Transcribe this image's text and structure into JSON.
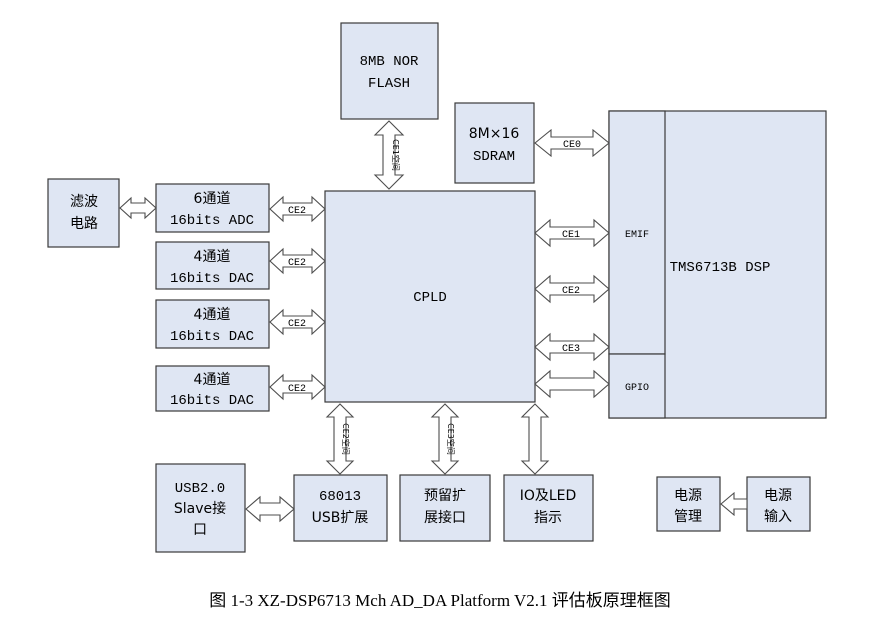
{
  "blocks": {
    "nor_flash": [
      "8MB NOR",
      "FLASH"
    ],
    "sdram": [
      "8M×16",
      "SDRAM"
    ],
    "filter": [
      "滤波",
      "电路"
    ],
    "adc": [
      "6通道",
      "16bits ADC"
    ],
    "dac1": [
      "4通道",
      "16bits DAC"
    ],
    "dac2": [
      "4通道",
      "16bits DAC"
    ],
    "dac3": [
      "4通道",
      "16bits DAC"
    ],
    "cpld": "CPLD",
    "dsp": "TMS6713B DSP",
    "emif": "EMIF",
    "gpio": "GPIO",
    "usb_slave": [
      "USB2.0",
      "Slave接",
      "口"
    ],
    "usb_ext": [
      "68013",
      "USB扩展"
    ],
    "reserve": [
      "预留扩",
      "展接口"
    ],
    "io_led": [
      "IO及LED",
      "指示"
    ],
    "power_mgmt": [
      "电源",
      "管理"
    ],
    "power_in": [
      "电源",
      "输入"
    ]
  },
  "labels": {
    "ce0": "CE0",
    "ce1": "CE1",
    "ce2": "CE2",
    "ce3": "CE3",
    "ce1_space": "CE1空间",
    "ce2_space": "CE2空间",
    "ce3_space": "CE3空间"
  },
  "caption": "图 1-3 XZ-DSP6713 Mch AD_DA Platform V2.1 评估板原理框图"
}
